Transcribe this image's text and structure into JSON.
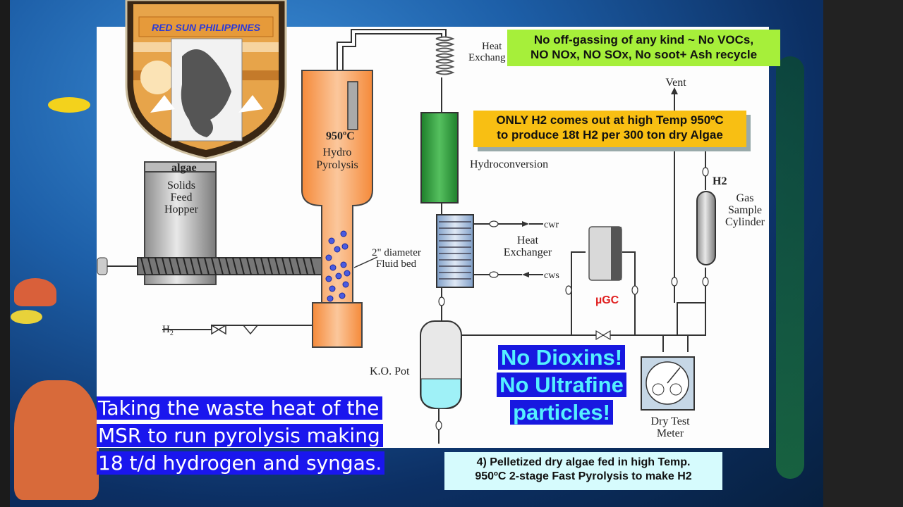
{
  "logo": {
    "brand": "RED SUN PHILIPPINES",
    "icon": "lion-rampant-crest-icon"
  },
  "diagram_labels": {
    "algae": "algae",
    "hopper": [
      "Solids",
      "Feed",
      "Hopper"
    ],
    "temp": "950ºC",
    "hydro_pyrolysis": [
      "Hydro",
      "Pyrolysis"
    ],
    "fluid_bed": [
      "2\" diameter",
      "Fluid bed"
    ],
    "h2_in": "H",
    "h2_in_sub": "2",
    "heat_exchanger_top": [
      "Heat",
      "Exchang"
    ],
    "hydroconversion": "Hydroconversion",
    "cwr": "cwr",
    "cws": "cws",
    "heat_exchanger": [
      "Heat",
      "Exchanger"
    ],
    "ugc": "µGC",
    "vent": "Vent",
    "h2": "H2",
    "gas_sample": [
      "Gas",
      "Sample",
      "Cylinder"
    ],
    "ko_pot": "K.O. Pot",
    "dry_test_meter": [
      "Dry Test",
      "Meter"
    ]
  },
  "callouts": {
    "no_offgassing": [
      "No off-gassing of any kind ~ No VOCs,",
      "NO NOx, NO SOx, No soot+ Ash recycle"
    ],
    "only_h2": [
      "ONLY H2 comes out at high Temp 950ºC",
      "to produce 18t H2 per 300 ton dry Algae"
    ],
    "no_dioxins": [
      "No Dioxins!",
      "No Ultrafine",
      "particles!"
    ],
    "pelletized": [
      "4) Pelletized dry algae fed in high Temp.",
      "950ºC 2-stage Fast Pyrolysis to make H2"
    ]
  },
  "caption": [
    "Taking the waste heat of the",
    "MSR to run pyrolysis making",
    "18 t/d hydrogen and syngas."
  ],
  "colors": {
    "reactor_orange": "#f79a55",
    "hydroconversion_green": "#2f9e3a",
    "callout_green": "#a6ef3a",
    "callout_yellow": "#f8bf13",
    "caption_blue": "#1a16ee",
    "dioxin_cyan": "#54f0ff"
  }
}
